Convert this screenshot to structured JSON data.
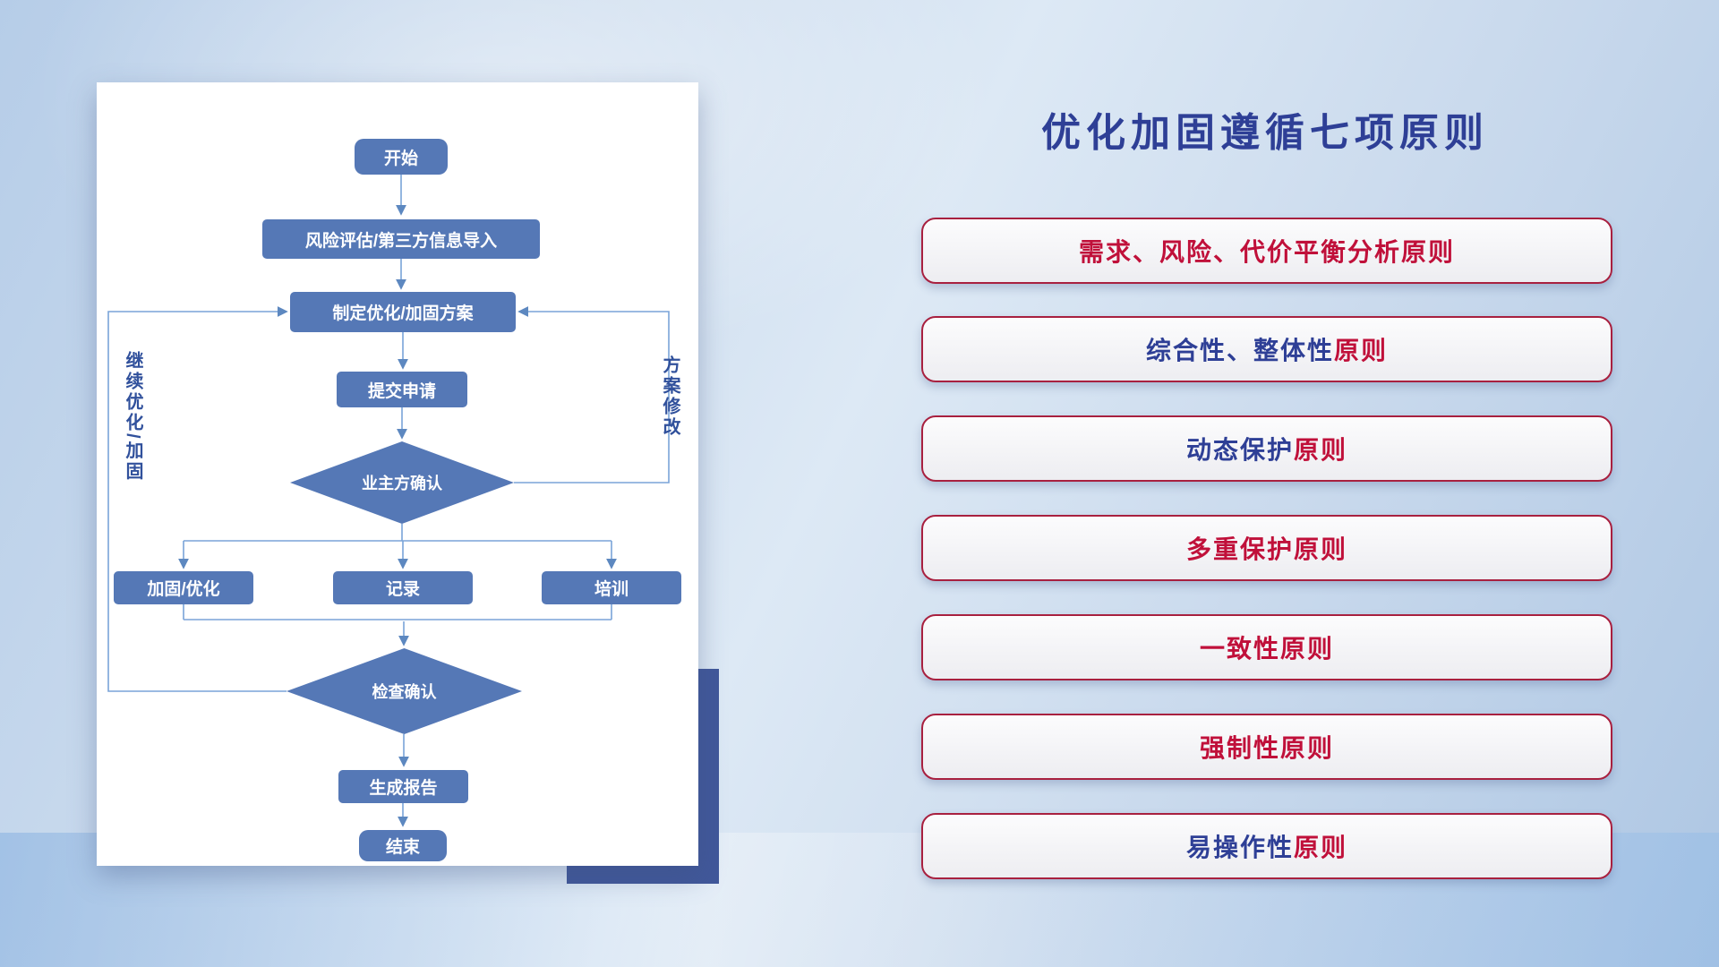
{
  "colors": {
    "node_fill": "#5578b6",
    "node_text": "#ffffff",
    "connector": "#7aa4d8",
    "arrowhead": "#5d88c0",
    "loop_label": "#31519c",
    "title": "#2e3f96",
    "principle_red": "#c0103a",
    "principle_blue": "#2e3f96",
    "principle_border": "#a8203f",
    "accent_rect": "#41589a"
  },
  "flowchart": {
    "nodes": {
      "start": "开始",
      "risk_import": "风险评估/第三方信息导入",
      "make_plan": "制定优化/加固方案",
      "submit": "提交申请",
      "owner_confirm": "业主方确认",
      "reinforce": "加固/优化",
      "record": "记录",
      "training": "培训",
      "check_confirm": "检查确认",
      "report": "生成报告",
      "end": "结束"
    },
    "loop_labels": {
      "left": "继续优化/加固",
      "right": "方案修改"
    }
  },
  "panel": {
    "title": "优化加固遵循七项原则",
    "principles": [
      {
        "segments": [
          {
            "text": "需求、风险、代价平衡分析原则",
            "color": "#c0103a"
          }
        ]
      },
      {
        "segments": [
          {
            "text": "综合性、整体性",
            "color": "#2e3f96"
          },
          {
            "text": "原则",
            "color": "#c0103a"
          }
        ]
      },
      {
        "segments": [
          {
            "text": "动态保护",
            "color": "#2e3f96"
          },
          {
            "text": "原则",
            "color": "#c0103a"
          }
        ]
      },
      {
        "segments": [
          {
            "text": "多重保护原则",
            "color": "#c0103a"
          }
        ]
      },
      {
        "segments": [
          {
            "text": "一致性原则",
            "color": "#c0103a"
          }
        ]
      },
      {
        "segments": [
          {
            "text": "强制性原则",
            "color": "#c0103a"
          }
        ]
      },
      {
        "segments": [
          {
            "text": "易操作性",
            "color": "#2e3f96"
          },
          {
            "text": "原则",
            "color": "#c0103a"
          }
        ]
      }
    ]
  }
}
